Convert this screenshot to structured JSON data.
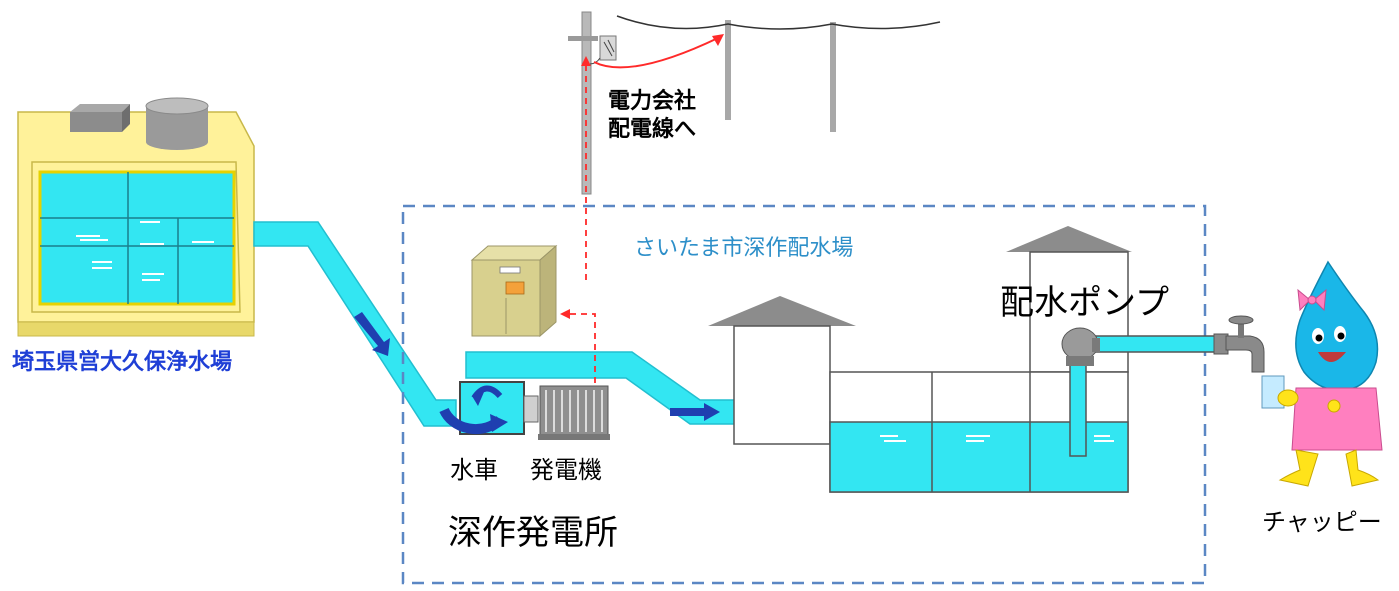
{
  "labels": {
    "purification_plant": "埼玉県営大久保浄水場",
    "distribution_station": "さいたま市深作配水場",
    "pump": "配水ポンプ",
    "water_wheel": "水車",
    "generator": "発電機",
    "power_plant": "深作発電所",
    "power_company_line1": "電力会社",
    "power_company_line2": "配電線へ",
    "character": "チャッピー"
  },
  "colors": {
    "water": "#33e6f2",
    "water_dark": "#22bfd0",
    "plant_yellow": "#fff29a",
    "dashed_box": "#5b87c4",
    "electric_line": "#ff2a2a",
    "label_blue": "#1f3fd6",
    "facility_blue": "#2d8fc9",
    "roof_gray": "#808080",
    "character_pink": "#ff7fbf",
    "character_yellow": "#ffe31a"
  },
  "icons": [
    "arrow-flow-icon",
    "water-wheel-icon",
    "generator-icon",
    "control-panel-icon",
    "utility-pole-icon",
    "pump-icon",
    "faucet-icon",
    "mascot-icon"
  ]
}
